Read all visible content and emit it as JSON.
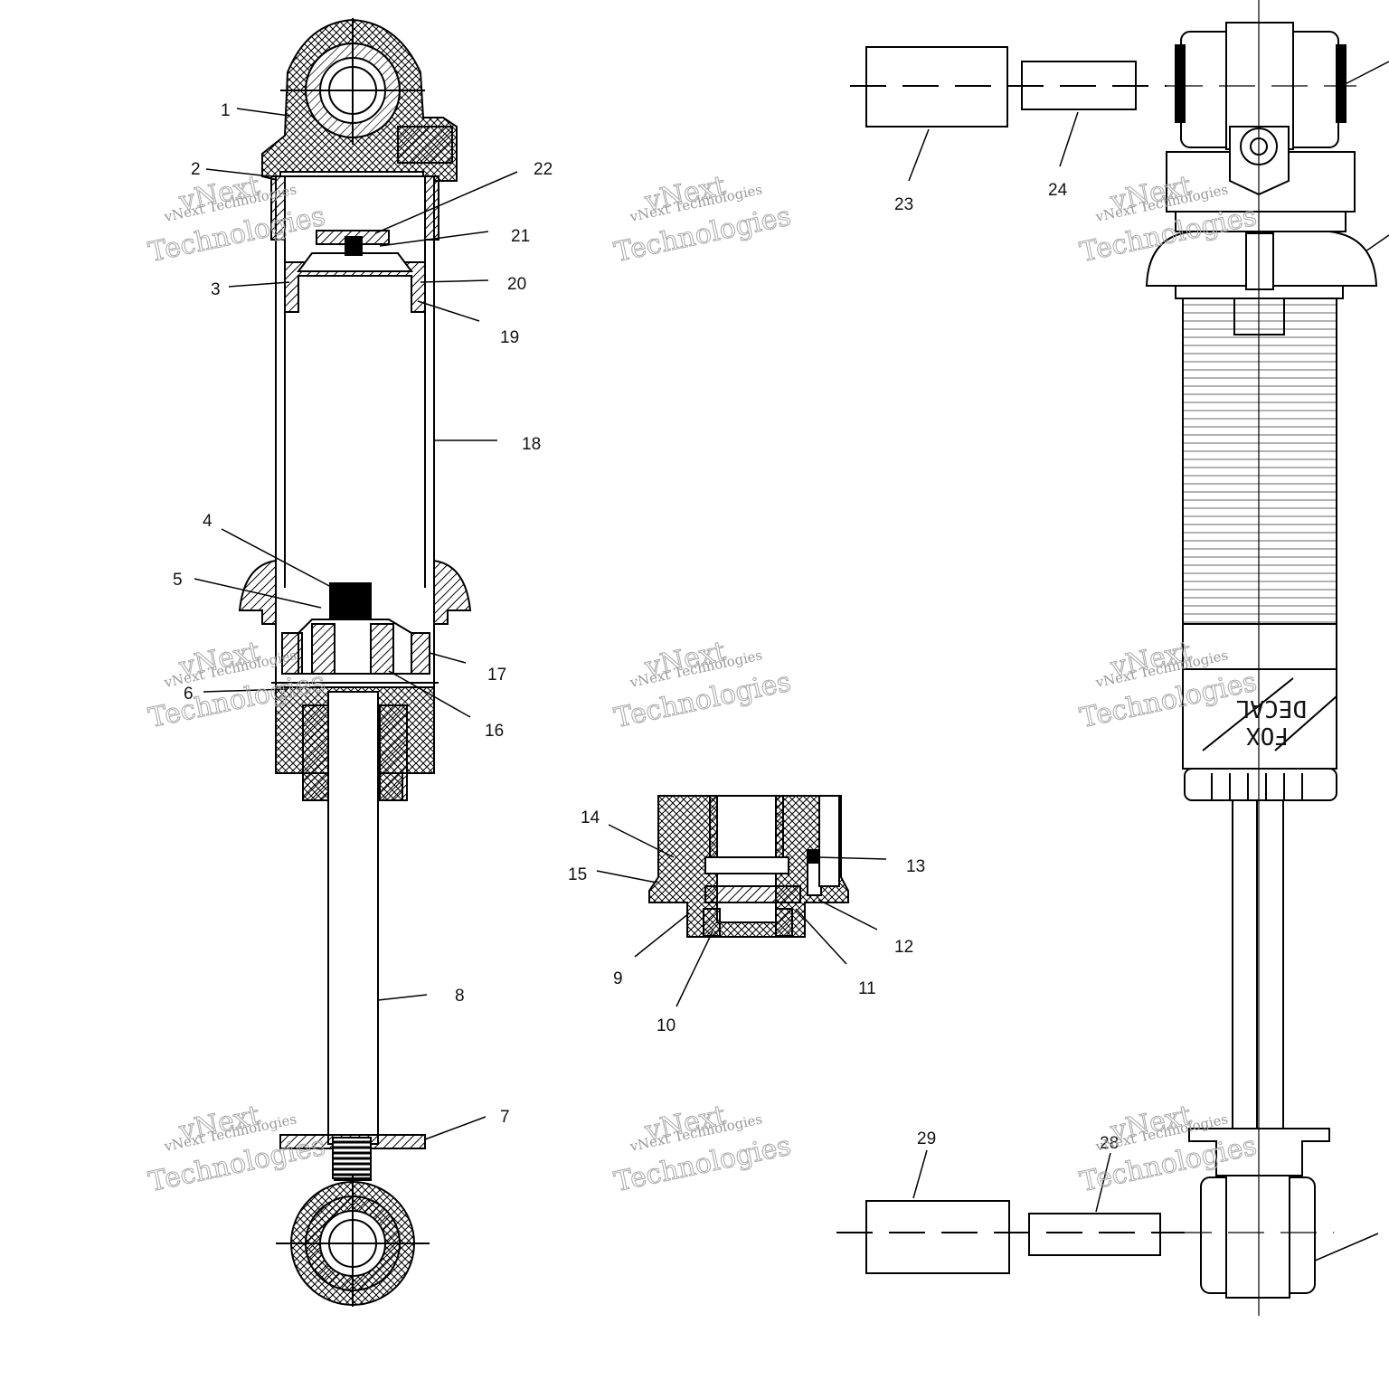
{
  "diagram": {
    "callouts": [
      "1",
      "2",
      "3",
      "4",
      "5",
      "6",
      "7",
      "8",
      "9",
      "10",
      "11",
      "12",
      "13",
      "14",
      "15",
      "16",
      "17",
      "18",
      "19",
      "20",
      "21",
      "22",
      "23",
      "24",
      "28",
      "29"
    ],
    "decal_text": [
      "FOX",
      "DECAL"
    ],
    "watermark": {
      "line1": "vNext Technologies",
      "line2": "vNext",
      "line3": "Technologies"
    }
  }
}
